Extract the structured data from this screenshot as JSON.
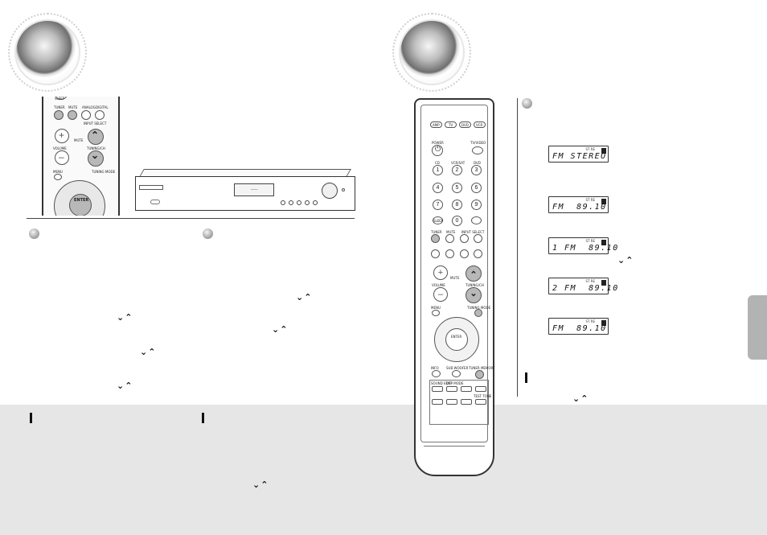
{
  "chevrons": "⌄⌃",
  "receiver": {
    "display": "──"
  },
  "left_remote": {
    "labels": {
      "sleep": "SLEEP",
      "tuner": "TUNER",
      "mute": "MUTE",
      "analog": "ANALOG",
      "digital": "DIGITAL",
      "input_select": "INPUT SELECT",
      "volume": "VOLUME",
      "mute_small": "MUTE",
      "tuning_ch": "TUNING/CH",
      "menu": "MENU",
      "tuning_mode": "TUNING MODE",
      "enter": "ENTER"
    }
  },
  "big_remote": {
    "sources": [
      "AMP",
      "TV",
      "DVD",
      "VCR"
    ],
    "labels": {
      "power": "POWER",
      "tv_video": "TV/VIDEO",
      "cd": "CD",
      "vcr_sat": "VCR/SAT",
      "dvd": "DVD",
      "sleep": "SLEEP",
      "tuner": "TUNER",
      "mute": "MUTE",
      "input_select": "INPUT SELECT",
      "volume": "VOLUME",
      "tuning_ch": "TUNING/CH",
      "menu": "MENU",
      "tuning_mode": "TUNING MODE",
      "enter": "ENTER",
      "info": "INFO",
      "sub_woofer": "SUB WOOFER",
      "tuner_memory": "TUNER MEMORY",
      "sound_edit": "SOUND EDIT",
      "dsp_mode": "DSP MODE",
      "test_tone": "TEST TONE"
    },
    "keypad": [
      "1",
      "2",
      "3",
      "4",
      "5",
      "6",
      "7",
      "8",
      "9",
      "0"
    ]
  },
  "displays": [
    {
      "text": "FM STEREO"
    },
    {
      "text": "FM  89.10"
    },
    {
      "text": "1 FM  89.10"
    },
    {
      "text": "2 FM  89.10"
    },
    {
      "text": "FM  89.10"
    }
  ]
}
